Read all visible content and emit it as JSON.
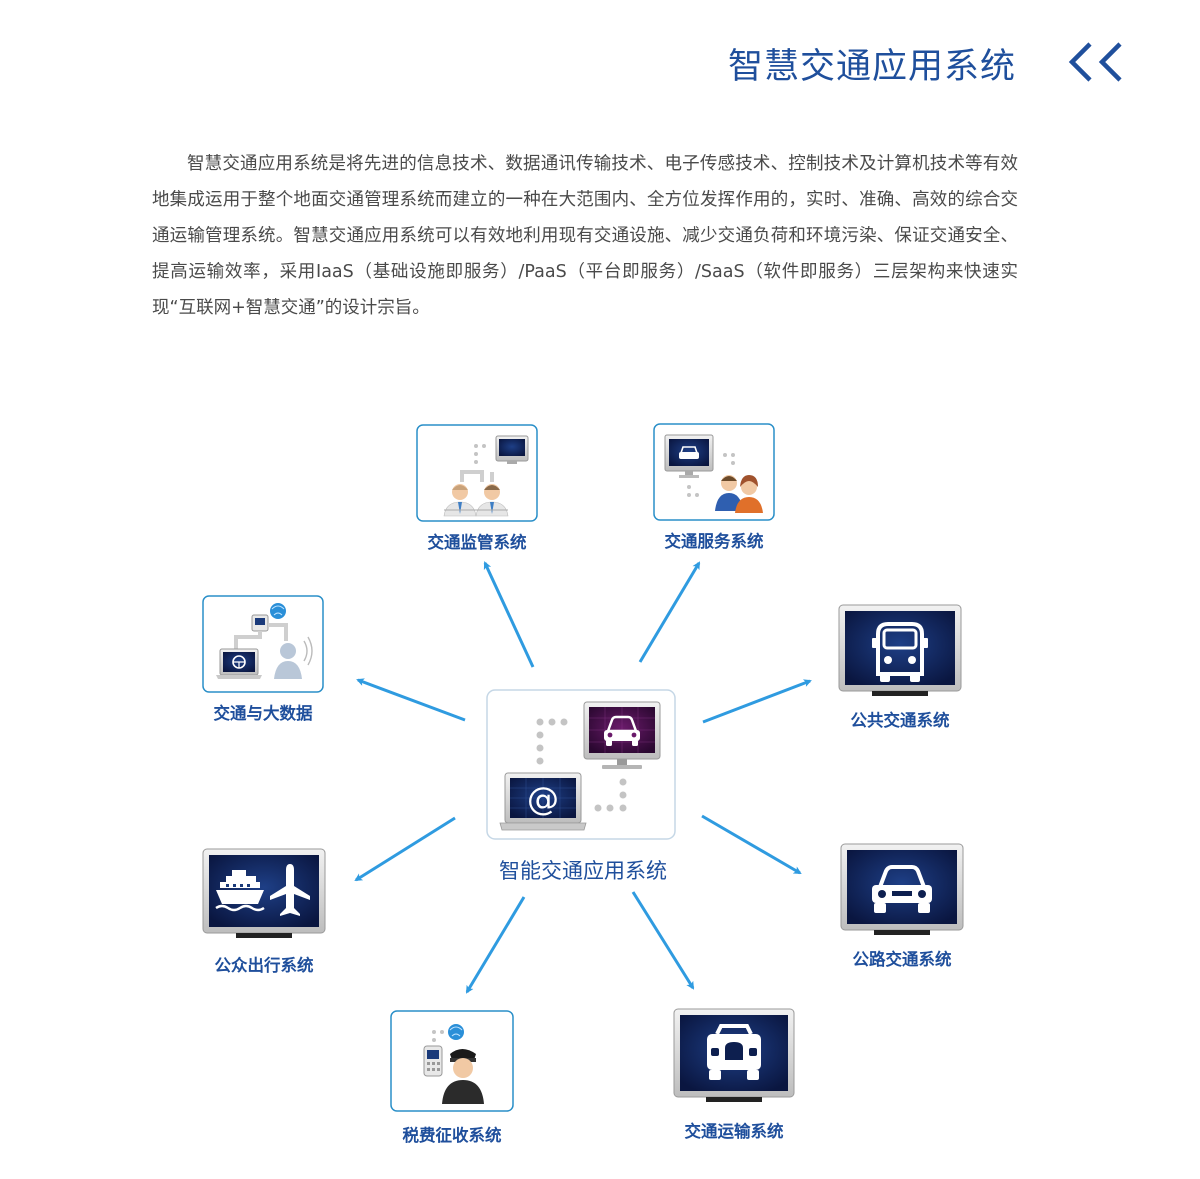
{
  "header": {
    "title": "智慧交通应用系统",
    "back_icon": "double-chevron-left-icon"
  },
  "intro": {
    "text": "智慧交通应用系统是将先进的信息技术、数据通讯传输技术、电子传感技术、控制技术及计算机技术等有效地集成运用于整个地面交通管理系统而建立的一种在大范围内、全方位发挥作用的，实时、准确、高效的综合交通运输管理系统。智慧交通应用系统可以有效地利用现有交通设施、减少交通负荷和环境污染、保证交通安全、提高运输效率，采用IaaS（基础设施即服务）/PaaS（平台即服务）/SaaS（软件即服务）三层架构来快速实现“互联网+智慧交通”的设计宗旨。"
  },
  "diagram": {
    "center": {
      "label": "智能交通应用系统",
      "icon": "car-monitor-laptop-icon"
    },
    "nodes": {
      "supervision": {
        "label": "交通监管系统",
        "icon": "operators-monitor-icon"
      },
      "service": {
        "label": "交通服务系统",
        "icon": "car-monitor-users-icon"
      },
      "bigdata": {
        "label": "交通与大数据",
        "icon": "network-user-icon"
      },
      "public_transit": {
        "label": "公共交通系统",
        "icon": "bus-monitor-icon"
      },
      "public_travel": {
        "label": "公众出行系统",
        "icon": "ship-plane-monitor-icon"
      },
      "road": {
        "label": "公路交通系统",
        "icon": "car-monitor-icon"
      },
      "toll": {
        "label": "税费征收系统",
        "icon": "officer-icon"
      },
      "transport": {
        "label": "交通运输系统",
        "icon": "jeep-monitor-icon"
      }
    },
    "colors": {
      "title_blue": "#1f4f9c",
      "arrow_blue": "#2f9be0",
      "box_border": "#2a8fc8",
      "screen_navy": "#0d1f4f",
      "screen_purple": "#3c0d40"
    }
  }
}
